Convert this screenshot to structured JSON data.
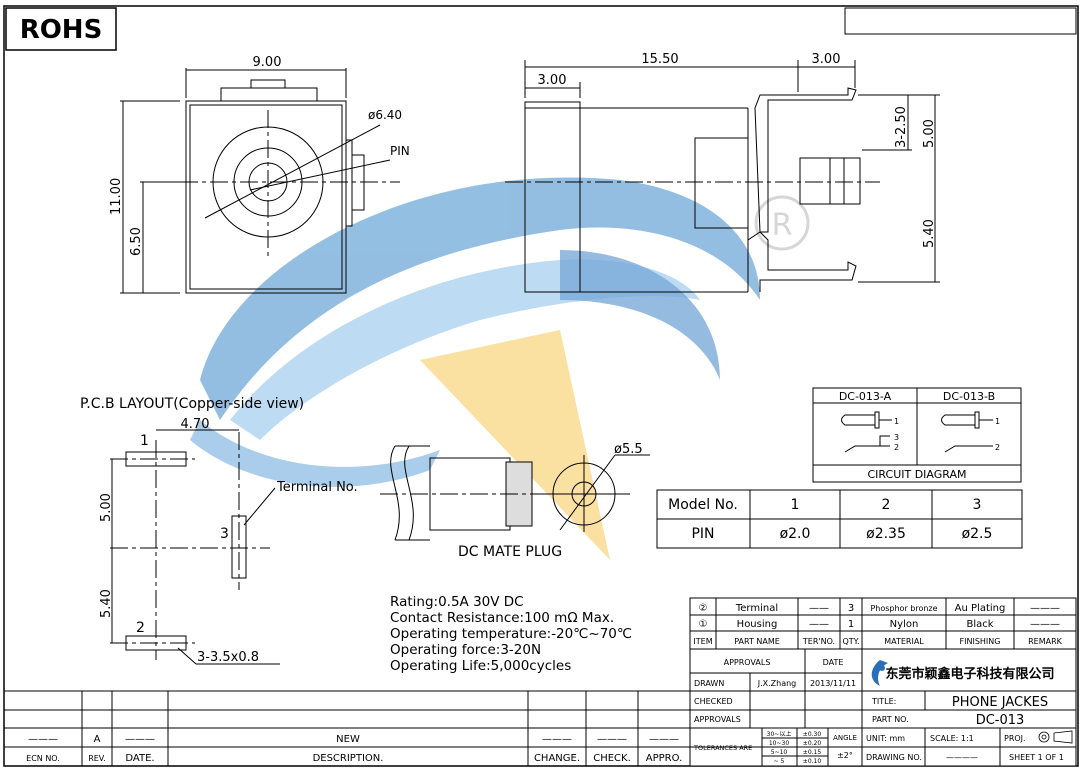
{
  "badge": "ROHS",
  "front_view": {
    "width": "9.00",
    "height": "11.00",
    "center_height": "6.50",
    "hole_dia": "ø6.40",
    "pin_label": "PIN"
  },
  "side_view": {
    "overall": "15.50",
    "front_length": "3.00",
    "pin_length": "3.00",
    "dim_a": "3-2.50",
    "dim_b": "5.00",
    "dim_c": "5.40"
  },
  "pcb": {
    "title": "P.C.B LAYOUT(Copper-side view)",
    "dim_x": "4.70",
    "dim_top": "5.00",
    "dim_bottom": "5.40",
    "pad1": "1",
    "pad2": "2",
    "pad3": "3",
    "terminal_label": "Terminal No.",
    "slot_size": "3-3.5x0.8"
  },
  "plug": {
    "label": "DC MATE PLUG",
    "dia": "ø5.5"
  },
  "circuit": {
    "col_a": "DC-013-A",
    "col_b": "DC-013-B",
    "caption": "CIRCUIT  DIAGRAM",
    "pins_a": [
      "1",
      "3",
      "2"
    ],
    "pins_b": [
      "1",
      "2"
    ]
  },
  "model_table": {
    "headers": [
      "Model  No.",
      "1",
      "2",
      "3"
    ],
    "row": [
      "PIN",
      "ø2.0",
      "ø2.35",
      "ø2.5"
    ]
  },
  "specs": [
    "Rating:0.5A  30V  DC",
    "Contact  Resistance:100  mΩ  Max.",
    "Operating  temperature:-20℃~70℃",
    "Operating  force:3-20N",
    "Operating  Life:5,000cycles"
  ],
  "bom": {
    "rows": [
      {
        "item": "②",
        "name": "Terminal",
        "ter": "——",
        "qty": "3",
        "material": "Phosphor bronze",
        "finishing": "Au Plating",
        "remark": "———"
      },
      {
        "item": "①",
        "name": "Housing",
        "ter": "——",
        "qty": "1",
        "material": "Nylon",
        "finishing": "Black",
        "remark": "———"
      }
    ],
    "headers": [
      "ITEM",
      "PART NAME",
      "TER'NO.",
      "QTY.",
      "MATERIAL",
      "FINISHING",
      "REMARK"
    ]
  },
  "title_block": {
    "approvals": "APPROVALS",
    "date_label": "DATE",
    "drawn": "DRAWN",
    "drawn_by": "J.X.Zhang",
    "drawn_date": "2013/11/11",
    "checked": "CHECKED",
    "approvals2": "APPROVALS",
    "company": "东莞市颖鑫电子科技有限公司",
    "title_label": "TITLE:",
    "title": "PHONE  JACKES",
    "part_label": "PART  NO.",
    "part_no": "DC-013",
    "unit": "UNIT:  mm",
    "scale": "SCALE:   1:1",
    "proj": "PROJ.",
    "drawing_no": "DRAWING  NO.",
    "drawing_no_val": "————",
    "sheet": "SHEET   1  OF  1",
    "tol_label": "TOLERANCES  ARE",
    "tol_ranges": [
      "30~以上",
      "10~30",
      "5~10",
      "~ 5"
    ],
    "tol_values": [
      "±0.30",
      "±0.20",
      "±0.15",
      "±0.10"
    ],
    "angle": "ANGLE",
    "angle_val": "±2°"
  },
  "revision": {
    "ecn": "ECN  NO.",
    "rev": "REV.",
    "date": "DATE.",
    "description": "DESCRIPTION.",
    "change": "CHANGE.",
    "check": "CHECK.",
    "appro": "APPRO.",
    "row_rev": "A",
    "row_new": "NEW",
    "dash": "———"
  }
}
